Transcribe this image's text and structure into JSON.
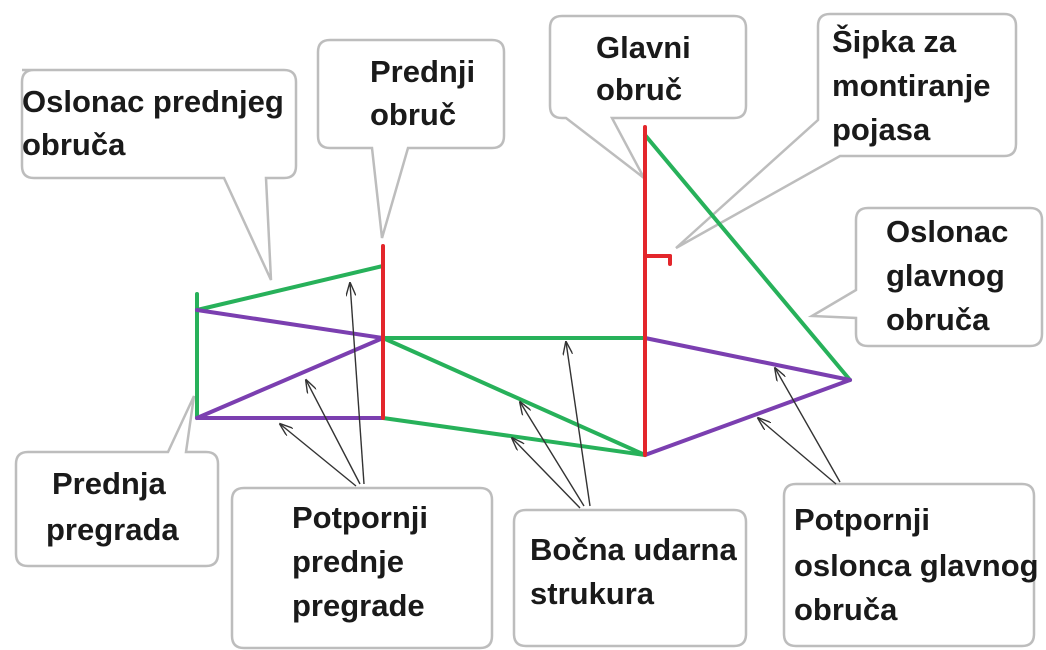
{
  "colors": {
    "main_hoop": "#e3262b",
    "bracing": "#27b15a",
    "supports": "#7b3fb0",
    "arrows": "#333333",
    "callout_border": "#bdbdbd",
    "text": "#1a1a1a"
  },
  "labels": {
    "front_hoop_brace": [
      "Oslonac prednjeg",
      "obruča"
    ],
    "front_hoop": [
      "Prednji",
      "obruč"
    ],
    "main_hoop": [
      "Glavni",
      "obruč"
    ],
    "harness_bar": [
      "Šipka za",
      "montiranje",
      "pojasa"
    ],
    "main_hoop_brace": [
      "Oslonac",
      "glavnog",
      "obruča"
    ],
    "front_bulkhead": [
      "Prednja",
      "pregrada"
    ],
    "front_bulkhead_supports": [
      "Potpornji",
      "prednje",
      "pregrade"
    ],
    "side_impact": [
      "Bočna udarna",
      "strukura"
    ],
    "main_hoop_brace_supports": [
      "Potpornji",
      "oslonca glavnog",
      "obruča"
    ]
  }
}
